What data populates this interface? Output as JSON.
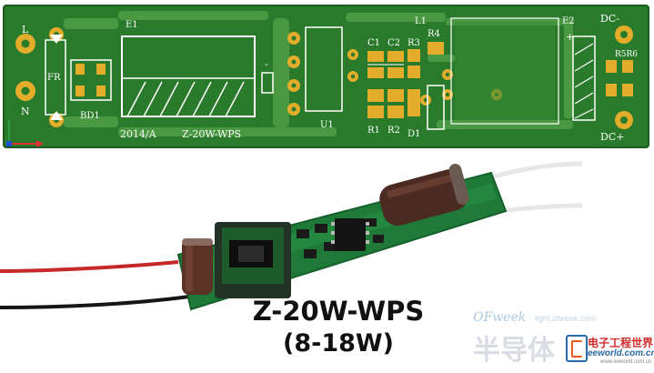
{
  "pcb": {
    "board_color": "#2a7a2c",
    "trace_color": "#55a34a",
    "silk_color": "#ffffff",
    "pad_color": "#e3ad2b",
    "labels": {
      "L": "L",
      "N": "N",
      "FR": "FR",
      "BD1": "BD1",
      "E1": "E1",
      "U1": "U1",
      "C1": "C1",
      "C2": "C2",
      "R3": "R3",
      "R4": "R4",
      "L1": "L1",
      "R1": "R1",
      "R2": "R2",
      "D1": "D1",
      "E2": "E2",
      "DC_minus": "DC-",
      "DC_plus": "DC+",
      "R5R6": "R5R6",
      "date": "2014/A",
      "model": "Z-20W-WPS",
      "plus_sign": "+",
      "minus_sign": "-"
    }
  },
  "product": {
    "model": "Z-20W-WPS",
    "range": "(8-18W)",
    "watermark_ofweek": "OFweek",
    "watermark_ofweek_sub": "light.ofweek.com",
    "watermark_cn": "半导体",
    "watermark_ee_cn": "电子工程世界",
    "watermark_ee_en": "eeworld.com.cn",
    "watermark_ee_tiny": "www.eeworld.com.cn"
  }
}
